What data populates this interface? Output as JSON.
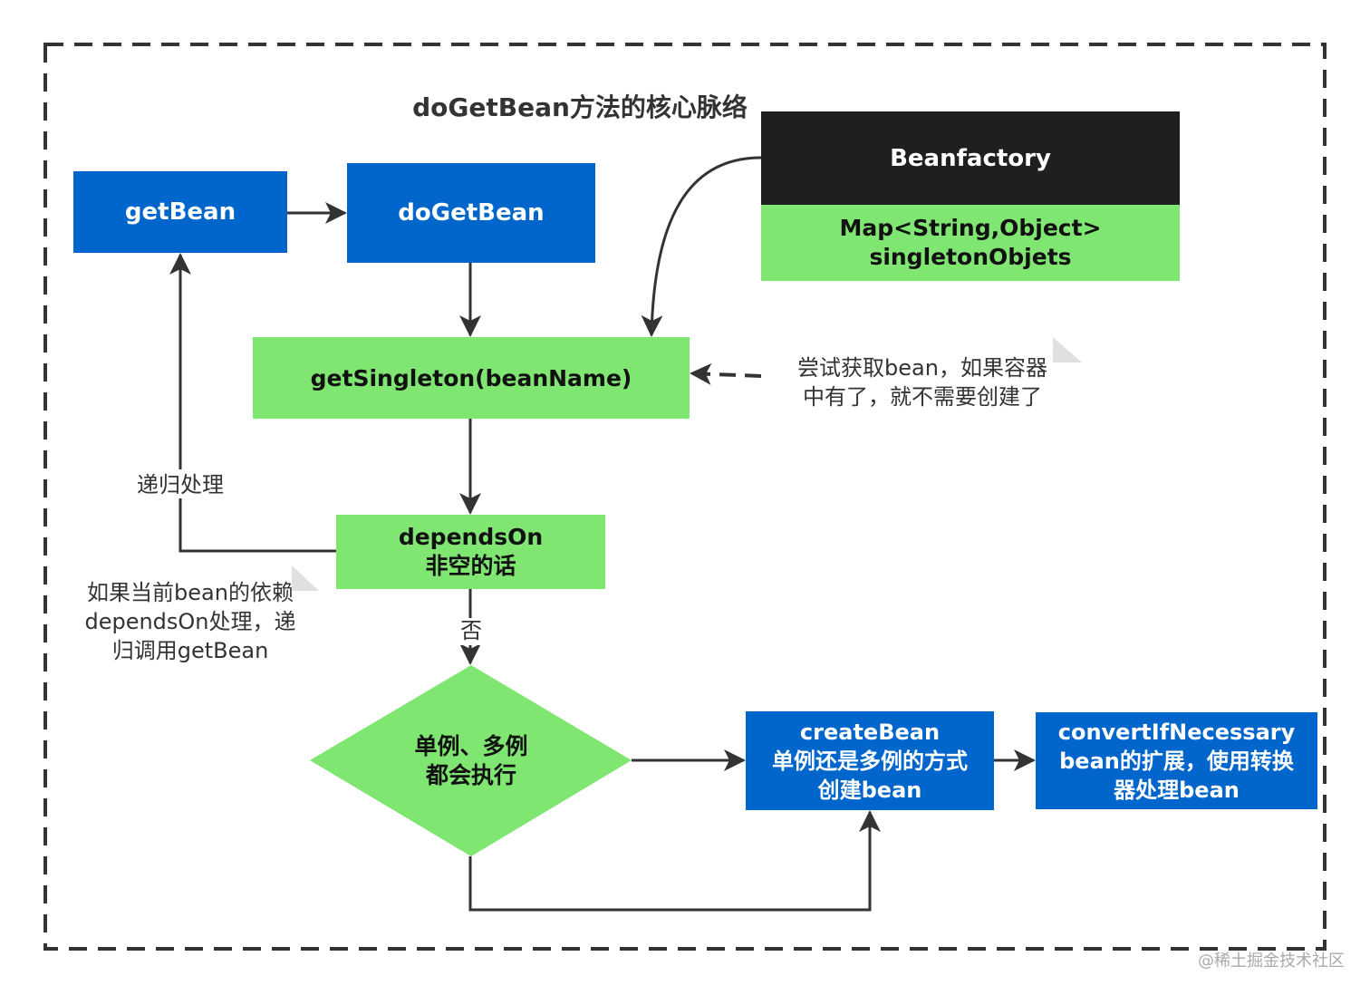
{
  "title": "doGetBean方法的核心脉络",
  "nodes": {
    "get_bean": "getBean",
    "do_get_bean": "doGetBean",
    "beanfactory": "Beanfactory",
    "map_line1": "Map<String,Object>",
    "map_line2": "singletonObjets",
    "get_singleton": "getSingleton(beanName)",
    "depends_on_line1": "dependsOn",
    "depends_on_line2": "非空的话",
    "decision_line1": "单例、多例",
    "decision_line2": "都会执行",
    "create_bean_line1": "createBean",
    "create_bean_line2": "单例还是多例的方式",
    "create_bean_line3": "创建bean",
    "convert_line1": "convertIfNecessary",
    "convert_line2": "bean的扩展，使用转换",
    "convert_line3": "器处理bean"
  },
  "labels": {
    "recursion": "递归处理",
    "no": "否"
  },
  "notes": {
    "cache_line1": "尝试获取bean，如果容器",
    "cache_line2": "中有了，就不需要创建了",
    "depends_line1": "如果当前bean的依赖",
    "depends_line2": "dependsOn处理，递",
    "depends_line3": "归调用getBean"
  },
  "watermark": "@稀土掘金技术社区",
  "colors": {
    "blue": "#0066CC",
    "green": "#80E672",
    "dark": "#1F1F1F",
    "line": "#333333"
  }
}
